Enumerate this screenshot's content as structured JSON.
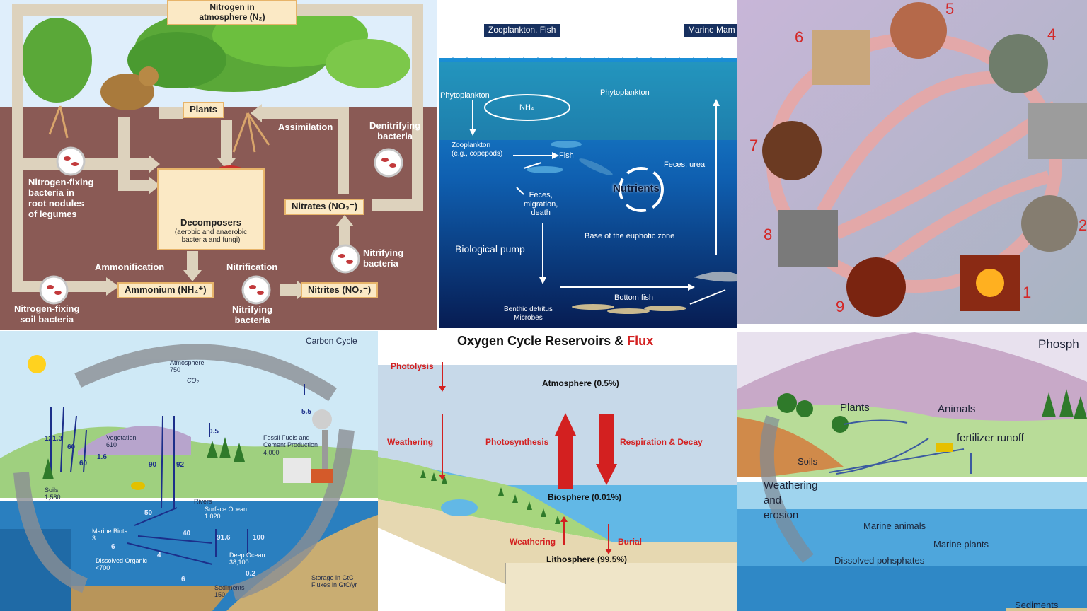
{
  "nitrogen": {
    "atmosphere": "Nitrogen in\natmosphere (N₂)",
    "plants": "Plants",
    "assimilation": "Assimilation",
    "denitrifying": "Denitrifying\nbacteria",
    "fixing_nodules": "Nitrogen-fixing\nbacteria in\nroot nodules\nof legumes",
    "decomposers": "Decomposers",
    "decomposers_sub": "(aerobic and anaerobic\nbacteria and fungi)",
    "nitrates": "Nitrates (NO₃⁻)",
    "nitrifying_right": "Nitrifying\nbacteria",
    "ammonification": "Ammonification",
    "nitrification": "Nitrification",
    "ammonium": "Ammonium (NH₄⁺)",
    "nitrites": "Nitrites (NO₂⁻)",
    "fixing_soil": "Nitrogen-fixing\nsoil bacteria",
    "nitrifying_bottom": "Nitrifying\nbacteria"
  },
  "ocean": {
    "zooplankton_fish": "Zooplankton, Fish",
    "marine_mammals": "Marine Mam",
    "phytoplankton_left": "Phytoplankton",
    "phytoplankton_right": "Phytoplankton",
    "nh4": "NH₄",
    "zooplankton": "Zooplankton\n(e.g., copepods)",
    "fish": "Fish",
    "feces_urea": "Feces, urea",
    "nutrients": "Nutrients",
    "feces_death": "Feces,\nmigration,\ndeath",
    "biological_pump": "Biological pump",
    "euphotic": "Base of the euphotic zone",
    "bottom_fish": "Bottom fish",
    "benthic": "Benthic detritus\nMicrobes"
  },
  "rock": {
    "numbers": [
      "5",
      "4",
      "6",
      "7",
      "8",
      "9",
      "1",
      "2"
    ]
  },
  "carbon": {
    "title": "Carbon Cycle",
    "atmosphere": "Atmosphere\n750",
    "co2": "CO₂",
    "v121": "121.3",
    "v60a": "60",
    "v60b": "60",
    "v1_6": "1.6",
    "vegetation": "Vegetation\n610",
    "v90": "90",
    "v92": "92",
    "v0_5": "0.5",
    "fossil": "Fossil Fuels and\nCement Production\n4,000",
    "v5_5": "5.5",
    "soils": "Soils\n1,580",
    "rivers": "Rivers",
    "surface_ocean": "Surface Ocean\n1,020",
    "v50": "50",
    "v40": "40",
    "marine_biota": "Marine Biota\n3",
    "v6": "6",
    "v4": "4",
    "v91_6": "91.6",
    "v100": "100",
    "dissolved": "Dissolved Organic\n<700",
    "deep_ocean": "Deep Ocean\n38,100",
    "v6b": "6",
    "v0_2": "0.2",
    "sediments": "Sediments\n150",
    "storage": "Storage in GtC\nFluxes in GtC/yr"
  },
  "oxygen": {
    "title_main": "Oxygen Cycle Reservoirs &",
    "title_flux": "Flux",
    "photolysis": "Photolysis",
    "atmosphere": "Atmosphere (0.5%)",
    "weathering_top": "Weathering",
    "photosynthesis": "Photosynthesis",
    "respiration": "Respiration & Decay",
    "biosphere": "Biosphere (0.01%)",
    "weathering_bottom": "Weathering",
    "burial": "Burial",
    "lithosphere": "Lithosphere (99.5%)"
  },
  "phosphorus": {
    "title": "Phosph",
    "plants": "Plants",
    "animals": "Animals",
    "fertilizer": "fertilizer runoff",
    "soils": "Soils",
    "weathering": "Weathering\nand\nerosion",
    "marine_animals": "Marine animals",
    "marine_plants": "Marine plants",
    "dissolved": "Dissolved pohsphates",
    "sediments": "Sediments"
  }
}
